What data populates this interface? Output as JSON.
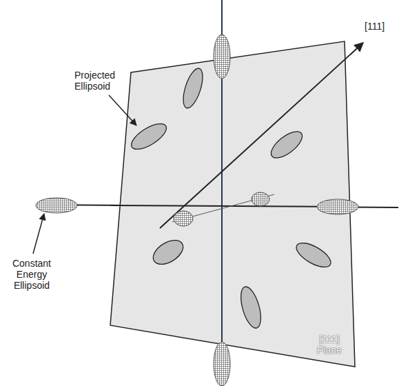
{
  "diagram": {
    "labels": [
      "[111]",
      "Projected Ellipsoid",
      "Constant Energy Ellipsoid",
      "[111] Plane"
    ]
  }
}
